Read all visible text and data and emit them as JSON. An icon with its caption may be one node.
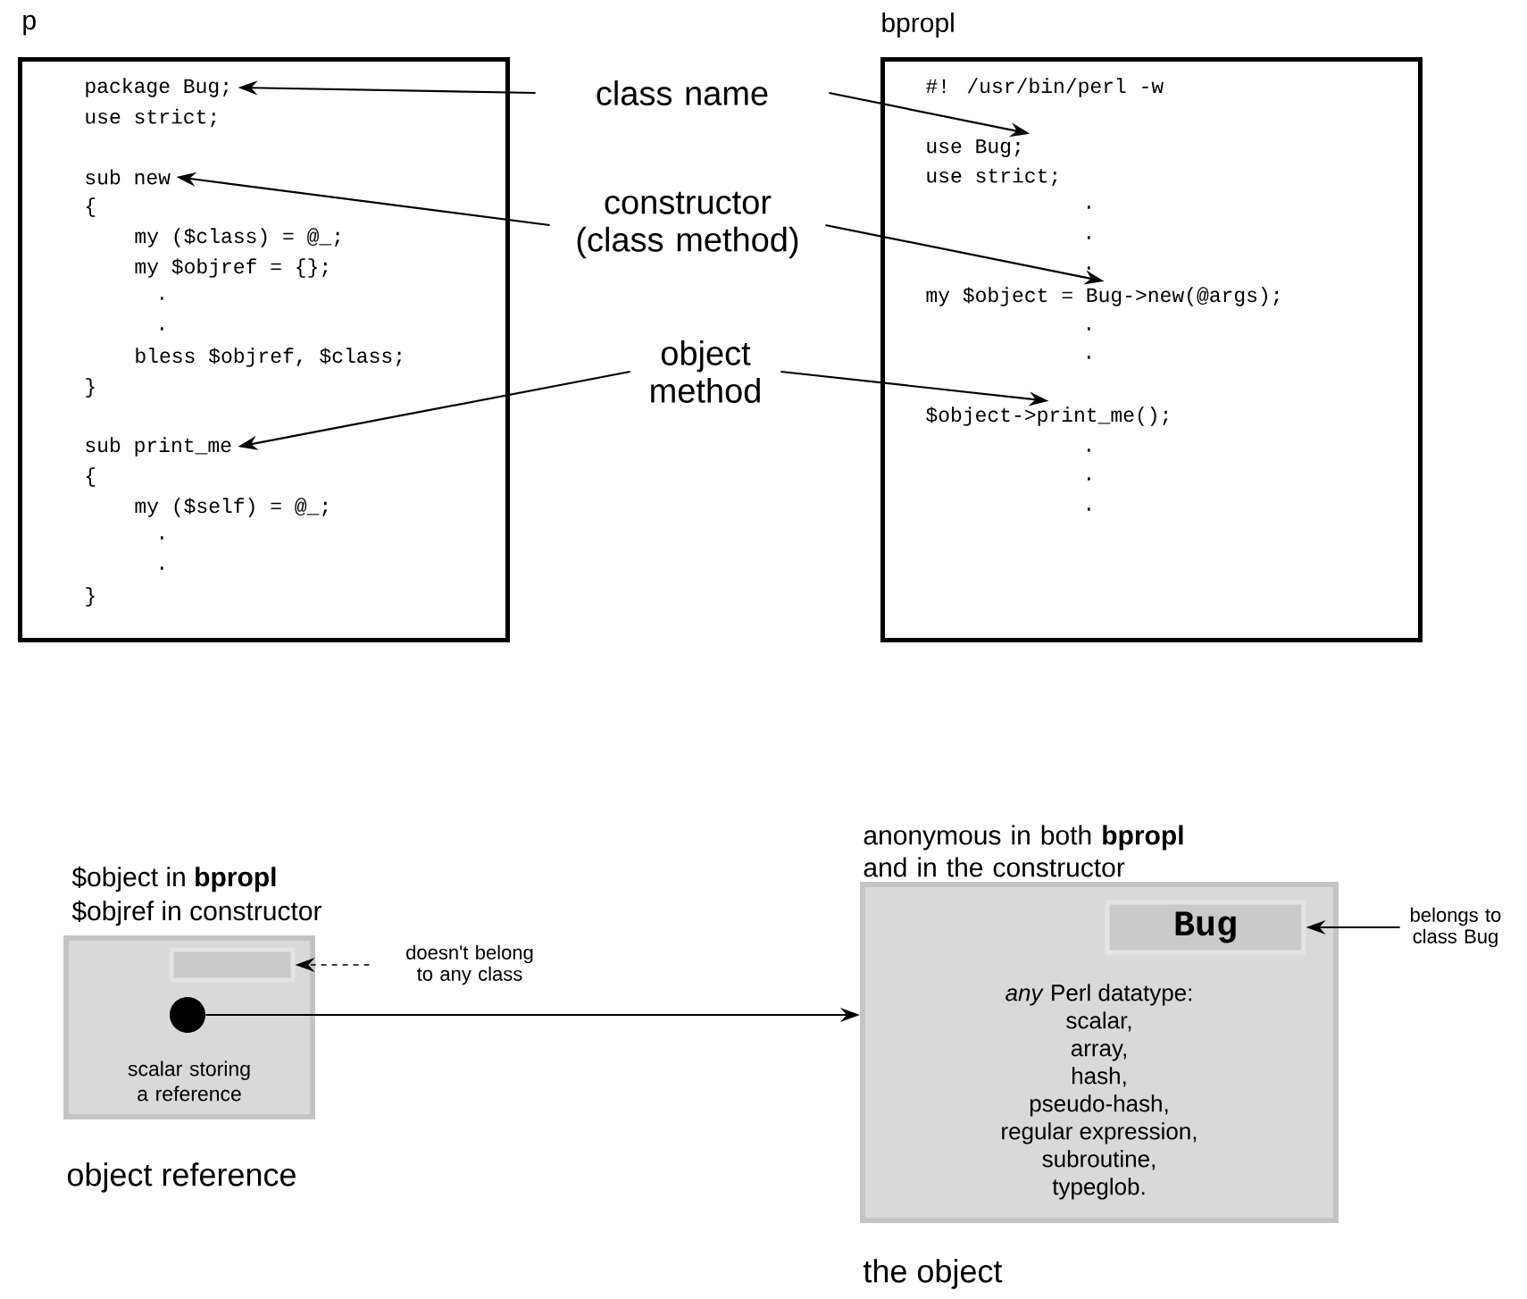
{
  "diagram": {
    "nodes": [
      {
        "text": [
          "p"
        ]
      },
      {
        "text": [
          "package Bug;"
        ],
        "in": 0
      },
      {
        "text": [
          "use strict;"
        ],
        "in": 0
      },
      {
        "text": [
          "sub new"
        ],
        "in": 0
      },
      {
        "text": [
          "{"
        ],
        "in": 0
      },
      {
        "text": [
          "my ($class) = @_;"
        ],
        "in": 0
      },
      {
        "text": [
          "my $objref = {};"
        ],
        "in": 0
      },
      {
        "text": [
          "."
        ],
        "in": 0
      },
      {
        "text": [
          "."
        ],
        "in": 0
      },
      {
        "text": [
          "bless $objref, $class;"
        ],
        "in": 0
      },
      {
        "text": [
          "}"
        ],
        "in": 0
      },
      {
        "text": [
          "sub print_me"
        ],
        "in": 0
      },
      {
        "text": [
          "{"
        ],
        "in": 0
      },
      {
        "text": [
          "my ($self) = @_;"
        ],
        "in": 0
      },
      {
        "text": [
          "."
        ],
        "in": 0
      },
      {
        "text": [
          "."
        ],
        "in": 0
      },
      {
        "text": [
          "}"
        ],
        "in": 0
      },
      {
        "text": [
          "class name"
        ]
      },
      {
        "text": [
          "constructor (class method)"
        ]
      },
      {
        "text": [
          "object method"
        ]
      },
      {
        "text": [
          "bpropl"
        ]
      },
      {
        "text": [
          "#! /usr/bin/perl -w"
        ],
        "in": 20
      },
      {
        "text": [
          "use Bug;"
        ],
        "in": 20
      },
      {
        "text": [
          "use strict;"
        ],
        "in": 20
      },
      {
        "text": [
          "."
        ],
        "in": 20
      },
      {
        "text": [
          "."
        ],
        "in": 20
      },
      {
        "text": [
          "."
        ],
        "in": 20
      },
      {
        "text": [
          "my $object = Bug->new(@args);"
        ],
        "in": 20
      },
      {
        "text": [
          "."
        ],
        "in": 20
      },
      {
        "text": [
          "."
        ],
        "in": 20
      },
      {
        "text": [
          "$object->print_me();"
        ],
        "in": 20
      },
      {
        "text": [
          "."
        ],
        "in": 20
      },
      {
        "text": [
          "."
        ],
        "in": 20
      },
      {
        "text": [
          "."
        ],
        "in": 20
      },
      {
        "text": [
          "anonymous in both **bpropl** and in the constructor",
          "*any* Perl datatype:",
          "scalar,",
          "array,",
          "hash,",
          "pseudo-hash,",
          "regular expression,",
          "subroutine,",
          "typeglob."
        ],
        "beside": [
          "the object"
        ]
      },
      {
        "text": [
          "Bug"
        ],
        "in": 34
      },
      {
        "text": [
          "belongs to class Bug"
        ]
      },
      {
        "text": [
          "$object in **bpropl**",
          "$objref in constructor",
          "scalar storing a reference"
        ],
        "beside": [
          "object reference"
        ]
      },
      {
        "text": [],
        "shape": "box",
        "in": 37
      },
      {
        "text": [],
        "shape": "circle",
        "in": 37
      },
      {
        "text": [
          "doesn't belong to any class"
        ]
      }
    ],
    "edges": [
      {
        "from": 17,
        "to": 1,
        "arrow": "to"
      },
      {
        "from": 17,
        "to": 22,
        "arrow": "to"
      },
      {
        "from": 18,
        "to": 3,
        "arrow": "to"
      },
      {
        "from": 18,
        "to": 27,
        "arrow": "to"
      },
      {
        "from": 19,
        "to": 11,
        "arrow": "to"
      },
      {
        "from": 19,
        "to": 30,
        "arrow": "to"
      },
      {
        "from": 39,
        "to": 34,
        "arrow": "to"
      },
      {
        "from": 36,
        "to": 35,
        "arrow": "to"
      },
      {
        "from": 40,
        "to": 38,
        "arrow": "to",
        "style": "dashed"
      }
    ]
  }
}
